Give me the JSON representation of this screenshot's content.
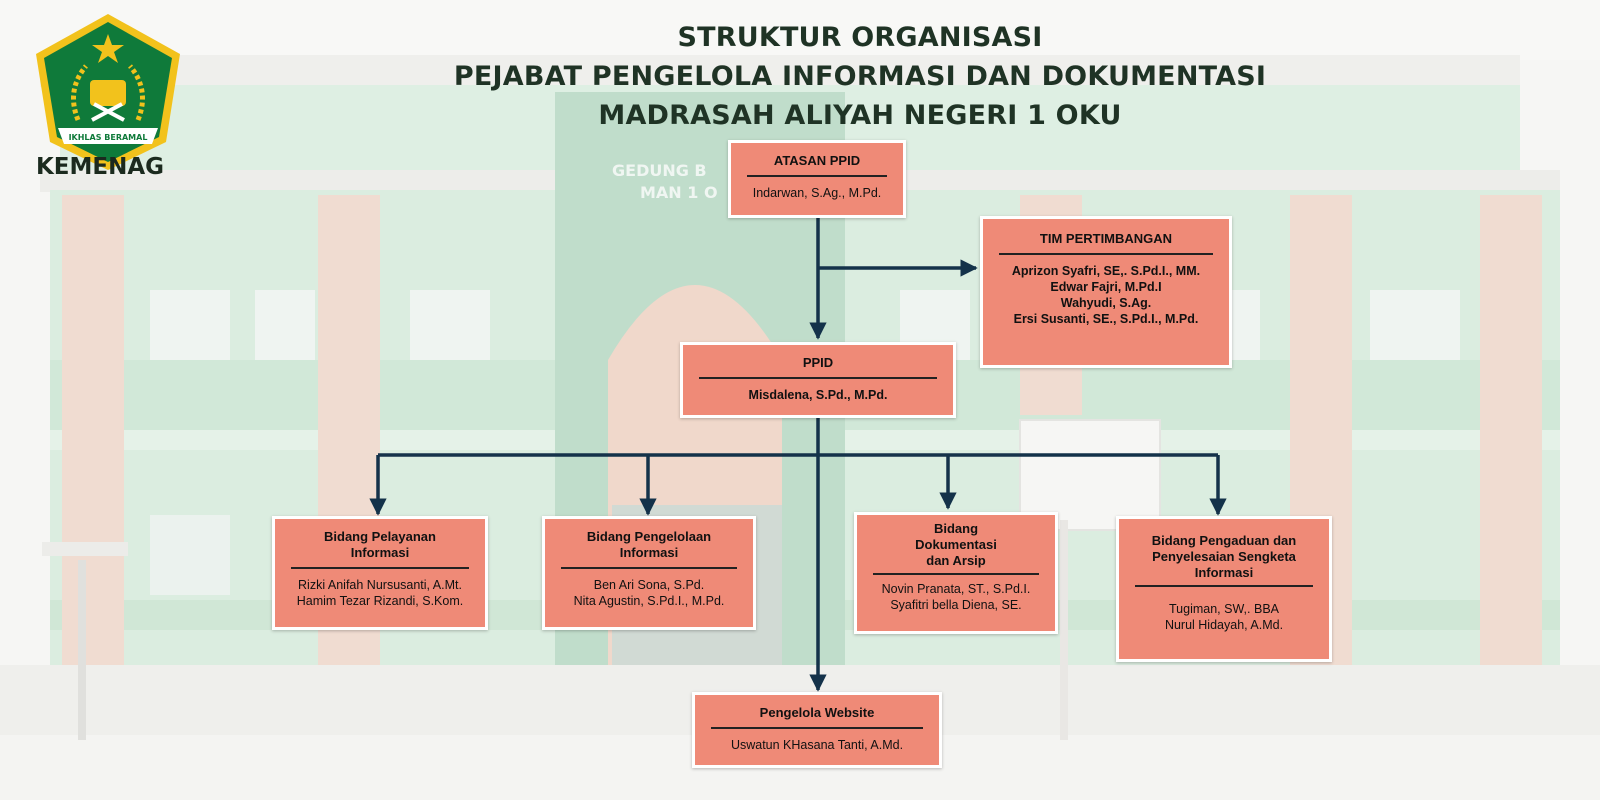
{
  "title": {
    "line1": "STRUKTUR ORGANISASI",
    "line2": "PEJABAT PENGELOLA INFORMASI DAN DOKUMENTASI",
    "line3": "MADRASAH ALIYAH NEGERI 1 OKU"
  },
  "logo": {
    "label": "KEMENAG",
    "ribbon": "IKHLAS BERAMAL"
  },
  "building_sign": {
    "line1": "GEDUNG B",
    "line2": "MAN 1 O"
  },
  "colors": {
    "box_fill": "#ef8a77",
    "line": "#14324a",
    "title": "#1f3325",
    "logo_green": "#0f7a3a",
    "logo_gold": "#f2c21c"
  },
  "nodes": {
    "atasan": {
      "title": "ATASAN PPID",
      "members": [
        "Indarwan, S.Ag., M.Pd."
      ]
    },
    "tim": {
      "title": "TIM PERTIMBANGAN",
      "members": [
        "Aprizon Syafri, SE,. S.Pd.I., MM.",
        "Edwar Fajri, M.Pd.I",
        "Wahyudi, S.Ag.",
        "Ersi Susanti, SE., S.Pd.I., M.Pd."
      ]
    },
    "ppid": {
      "title": "PPID",
      "members": [
        "Misdalena, S.Pd., M.Pd."
      ]
    },
    "pelayanan": {
      "title_lines": [
        "Bidang Pelayanan",
        "Informasi"
      ],
      "members": [
        "Rizki Anifah Nursusanti, A.Mt.",
        "Hamim Tezar Rizandi, S.Kom."
      ]
    },
    "pengelolaan": {
      "title_lines": [
        "Bidang Pengelolaan",
        "Informasi"
      ],
      "members": [
        "Ben Ari Sona, S.Pd.",
        "Nita Agustin, S.Pd.I., M.Pd."
      ]
    },
    "dokumentasi": {
      "title_lines": [
        "Bidang",
        "Dokumentasi",
        "dan Arsip"
      ],
      "members": [
        "Novin Pranata, ST., S.Pd.I.",
        "Syafitri bella Diena, SE."
      ]
    },
    "pengaduan": {
      "title_lines": [
        "Bidang Pengaduan dan",
        "Penyelesaian Sengketa",
        "Informasi"
      ],
      "members": [
        "Tugiman, SW,. BBA",
        "Nurul Hidayah, A.Md."
      ]
    },
    "website": {
      "title": "Pengelola Website",
      "members": [
        "Uswatun KHasana Tanti, A.Md."
      ]
    }
  },
  "edges": [
    [
      "atasan",
      "ppid"
    ],
    [
      "atasan",
      "tim"
    ],
    [
      "ppid",
      "pelayanan"
    ],
    [
      "ppid",
      "pengelolaan"
    ],
    [
      "ppid",
      "dokumentasi"
    ],
    [
      "ppid",
      "pengaduan"
    ],
    [
      "ppid",
      "website"
    ]
  ]
}
